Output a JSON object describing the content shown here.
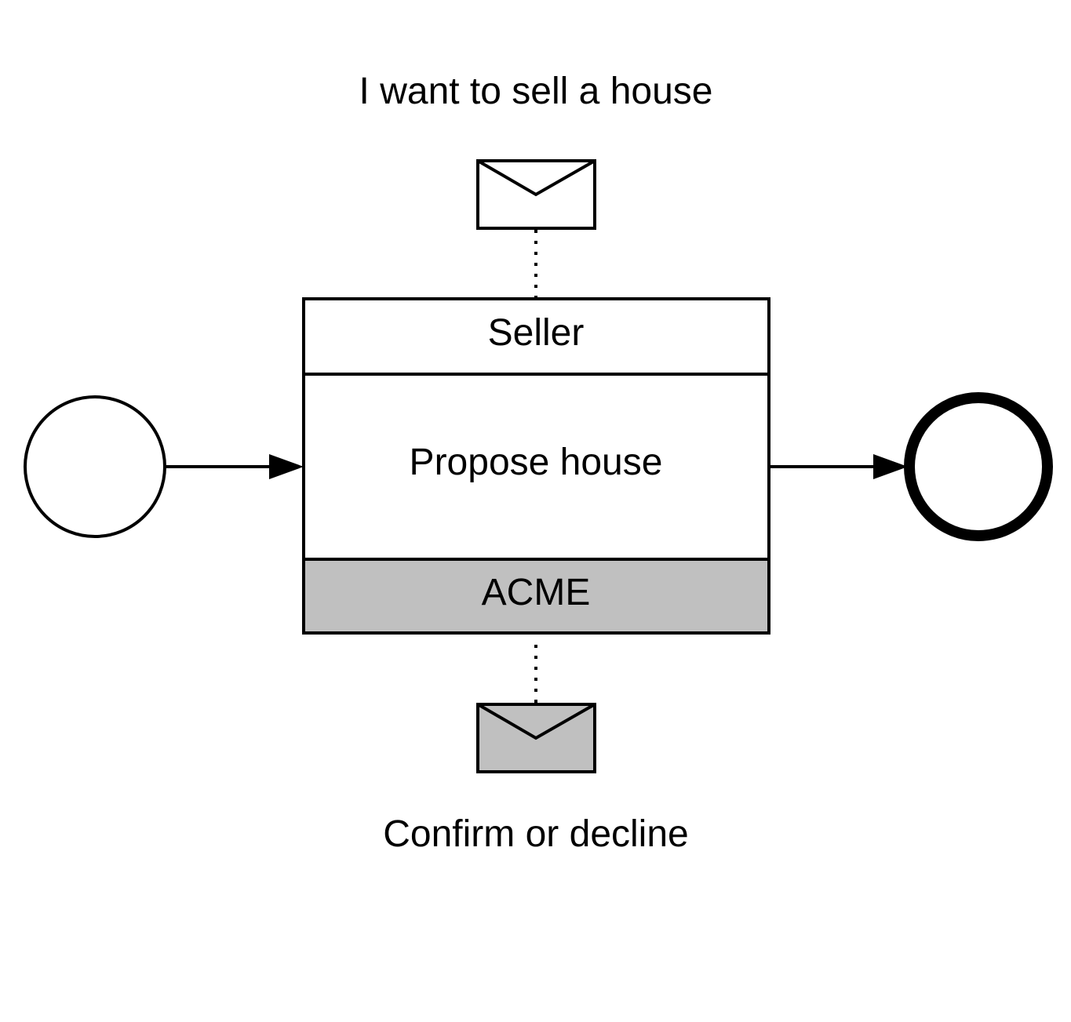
{
  "diagram": {
    "incoming_message": {
      "label": "I want to sell a house",
      "icon": "envelope-icon",
      "fill": "#ffffff"
    },
    "choreography_task": {
      "initiating_participant": "Seller",
      "task_name": "Propose house",
      "non_initiating_participant": "ACME",
      "non_initiating_band_color": "#c0c0c0"
    },
    "outgoing_message": {
      "label": "Confirm or decline",
      "icon": "envelope-icon",
      "fill": "#c0c0c0"
    },
    "start_event": {
      "icon": "start-event-circle-icon"
    },
    "end_event": {
      "icon": "end-event-thick-circle-icon"
    }
  }
}
